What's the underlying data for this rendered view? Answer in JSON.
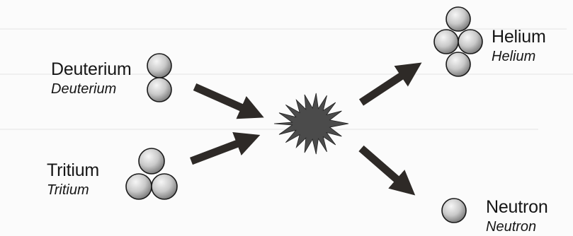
{
  "particles": {
    "deuterium": {
      "name": "Deuterium",
      "subtitle": "Deuterium"
    },
    "tritium": {
      "name": "Tritium",
      "subtitle": "Tritium"
    },
    "helium": {
      "name": "Helium",
      "subtitle": "Helium"
    },
    "neutron": {
      "name": "Neutron",
      "subtitle": "Neutron"
    }
  },
  "colors": {
    "arrow": "#2e2a27",
    "burst": "#4b4b4b",
    "sphere_light": "#f6f6f6",
    "sphere_dark": "#7a7a7a",
    "outline": "#1a1a1a"
  }
}
